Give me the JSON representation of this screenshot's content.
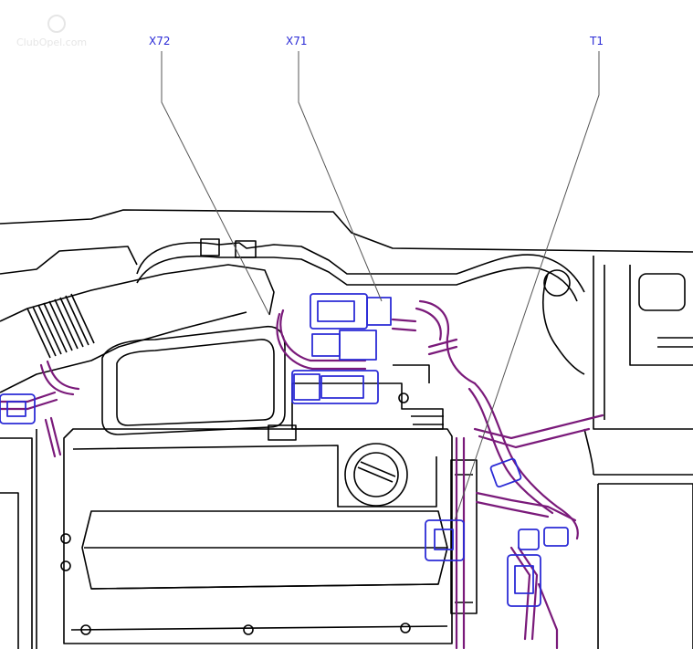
{
  "watermark": {
    "text": "ClubOpel.com"
  },
  "callouts": [
    {
      "id": "x72",
      "label": "X72"
    },
    {
      "id": "x71",
      "label": "X71"
    },
    {
      "id": "t1",
      "label": "T1"
    }
  ],
  "colors": {
    "outline": "#000000",
    "harness": "#7a1a7a",
    "connector": "#2b2bd6",
    "leader": "#555555"
  }
}
